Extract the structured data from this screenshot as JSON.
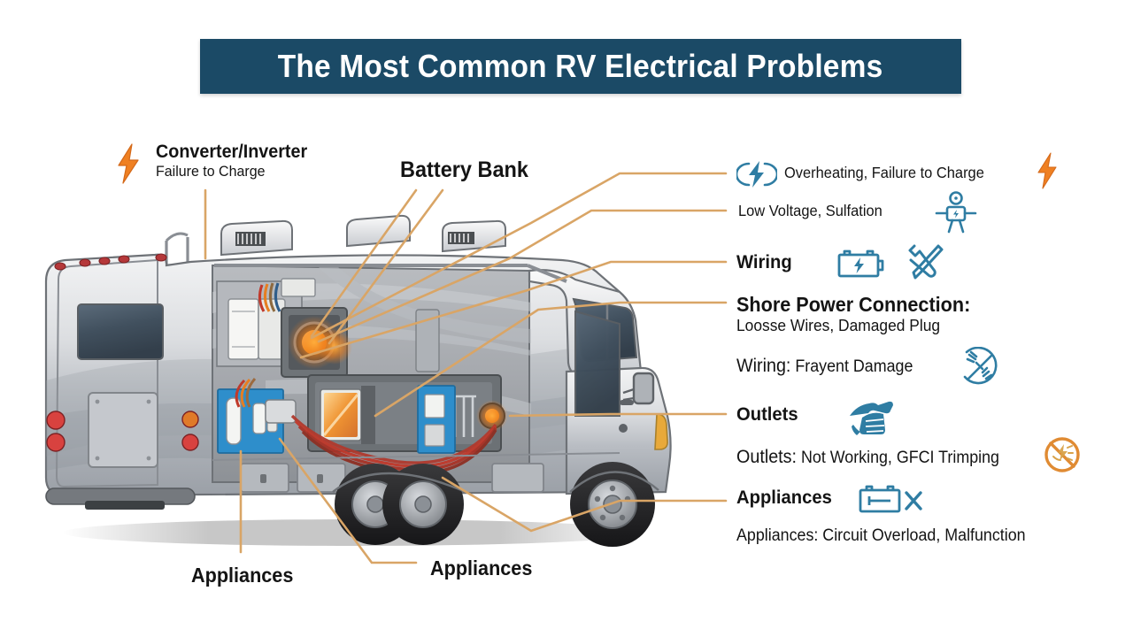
{
  "header": {
    "title": "The Most Common RV Electrical Problems",
    "bar_color": "#1b4a66"
  },
  "palette": {
    "leader_line": "#d9a566",
    "icon_blue": "#2f7da3",
    "icon_orange": "#ef8022",
    "text_dark": "#141414",
    "rv_body_light": "#e9eaec",
    "rv_body_mid": "#c3c6cb",
    "rv_body_dark": "#9ba0a6"
  },
  "left_labels": [
    {
      "id": "converter-inverter",
      "heading": "Converter/Inverter",
      "sub": "Failure to Charge",
      "icon": "orange-bolt-icon"
    },
    {
      "id": "battery-bank",
      "heading": "Battery Bank",
      "sub": "",
      "icon": ""
    }
  ],
  "bottom_labels": [
    {
      "id": "appliances-left",
      "text": "Appliances"
    },
    {
      "id": "appliances-mid",
      "text": "Appliances"
    }
  ],
  "right_rows": [
    {
      "id": "overheating",
      "style": "normal",
      "bold_part": "",
      "text": "Overheating, Failure to Charge",
      "icon_left": "charge-cycle-bolt-icon",
      "icon_right": "orange-bolt-icon"
    },
    {
      "id": "low-voltage",
      "style": "normal",
      "bold_part": "",
      "text": "Low Voltage, Sulfation",
      "icon_left": "",
      "icon_right": "battery-person-icon"
    },
    {
      "id": "wiring",
      "style": "heading",
      "bold_part": "",
      "text": "Wiring",
      "icon_left": "",
      "icon_right": "battery-bolt-icon, wrench-screwdriver-icon"
    },
    {
      "id": "shore-power",
      "style": "heading-with-sub",
      "bold_part": "Shore Power Connection:",
      "text": "Loosse Wires, Damaged Plug",
      "icon_left": "",
      "icon_right": ""
    },
    {
      "id": "wiring-frayed",
      "style": "bold-inline",
      "bold_part": "Wiring:",
      "text": "Frayent Damage",
      "icon_left": "",
      "icon_right": "frayed-wire-icon"
    },
    {
      "id": "outlets",
      "style": "heading",
      "bold_part": "",
      "text": "Outlets",
      "icon_left": "",
      "icon_right": "plug-outlet-icon"
    },
    {
      "id": "outlets-detail",
      "style": "bold-inline",
      "bold_part": "Outlets:",
      "text": "Not Working, GFCI Trimping",
      "icon_left": "",
      "icon_right": "no-electricity-icon"
    },
    {
      "id": "appliances",
      "style": "heading",
      "bold_part": "",
      "text": "Appliances",
      "icon_left": "",
      "icon_right": "battery-x-icon"
    },
    {
      "id": "appliances-detail",
      "style": "normal",
      "bold_part": "",
      "text": "Appliances: Circuit Overload, Malfunction",
      "icon_left": "",
      "icon_right": ""
    }
  ],
  "illustration": {
    "name": "class-c-motorhome-cutaway",
    "description": "Side view cutaway of a Class C RV showing interior electrical components"
  }
}
